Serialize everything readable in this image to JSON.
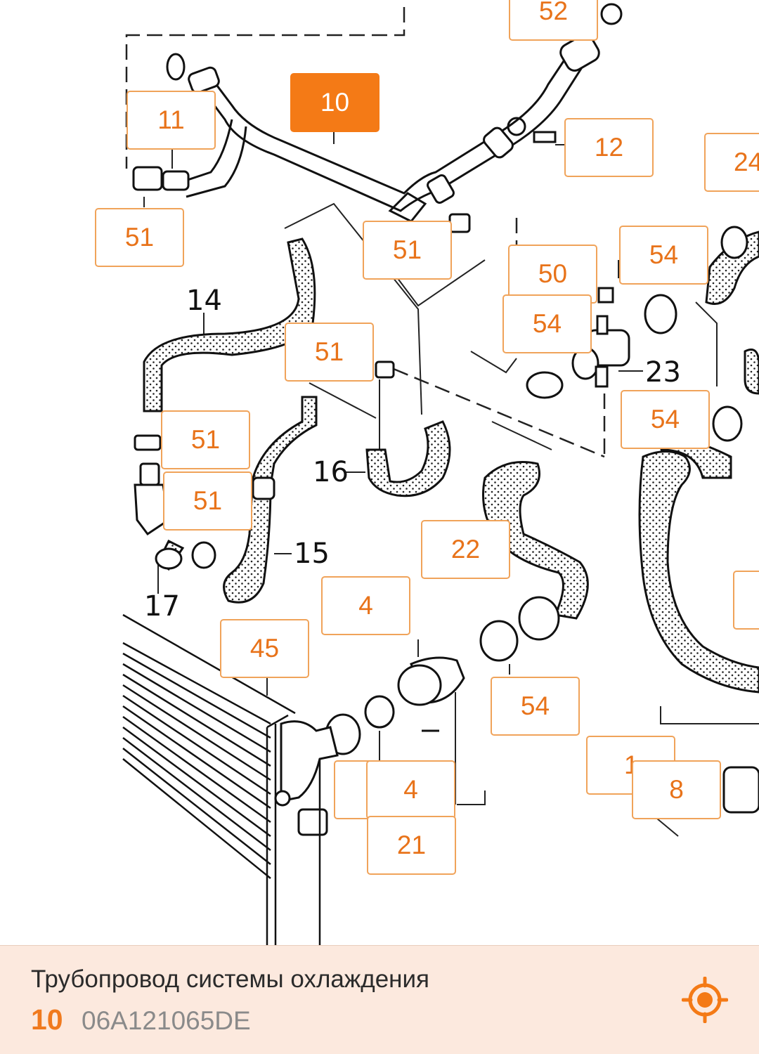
{
  "diagram": {
    "callouts": [
      {
        "label": "52",
        "active": false
      },
      {
        "label": "10",
        "active": true
      },
      {
        "label": "11",
        "active": false
      },
      {
        "label": "12",
        "active": false
      },
      {
        "label": "24",
        "active": false
      },
      {
        "label": "51",
        "active": false
      },
      {
        "label": "51",
        "active": false
      },
      {
        "label": "50",
        "active": false
      },
      {
        "label": "54",
        "active": false
      },
      {
        "label": "54",
        "active": false
      },
      {
        "label": "51",
        "active": false
      },
      {
        "label": "54",
        "active": false
      },
      {
        "label": "51",
        "active": false
      },
      {
        "label": "51",
        "active": false
      },
      {
        "label": "22",
        "active": false
      },
      {
        "label": "4",
        "active": false
      },
      {
        "label": "45",
        "active": false
      },
      {
        "label": "54",
        "active": false
      },
      {
        "label": "",
        "active": false
      },
      {
        "label": "",
        "active": false
      },
      {
        "label": "1",
        "active": false
      },
      {
        "label": "8",
        "active": false
      },
      {
        "label": "4",
        "active": false
      },
      {
        "label": "21",
        "active": false
      }
    ],
    "plain_labels": [
      "14",
      "16",
      "15",
      "17",
      "23"
    ]
  },
  "bottom_panel": {
    "part_name": "Трубопровод системы охлаждения",
    "position_number": "10",
    "part_number": "06A121065DE",
    "locate_icon": "crosshair-target-icon"
  },
  "colors": {
    "accent": "#f47a16",
    "callout_border": "#f0a35a",
    "callout_text": "#e8731a",
    "panel_bg": "#fce9de"
  }
}
